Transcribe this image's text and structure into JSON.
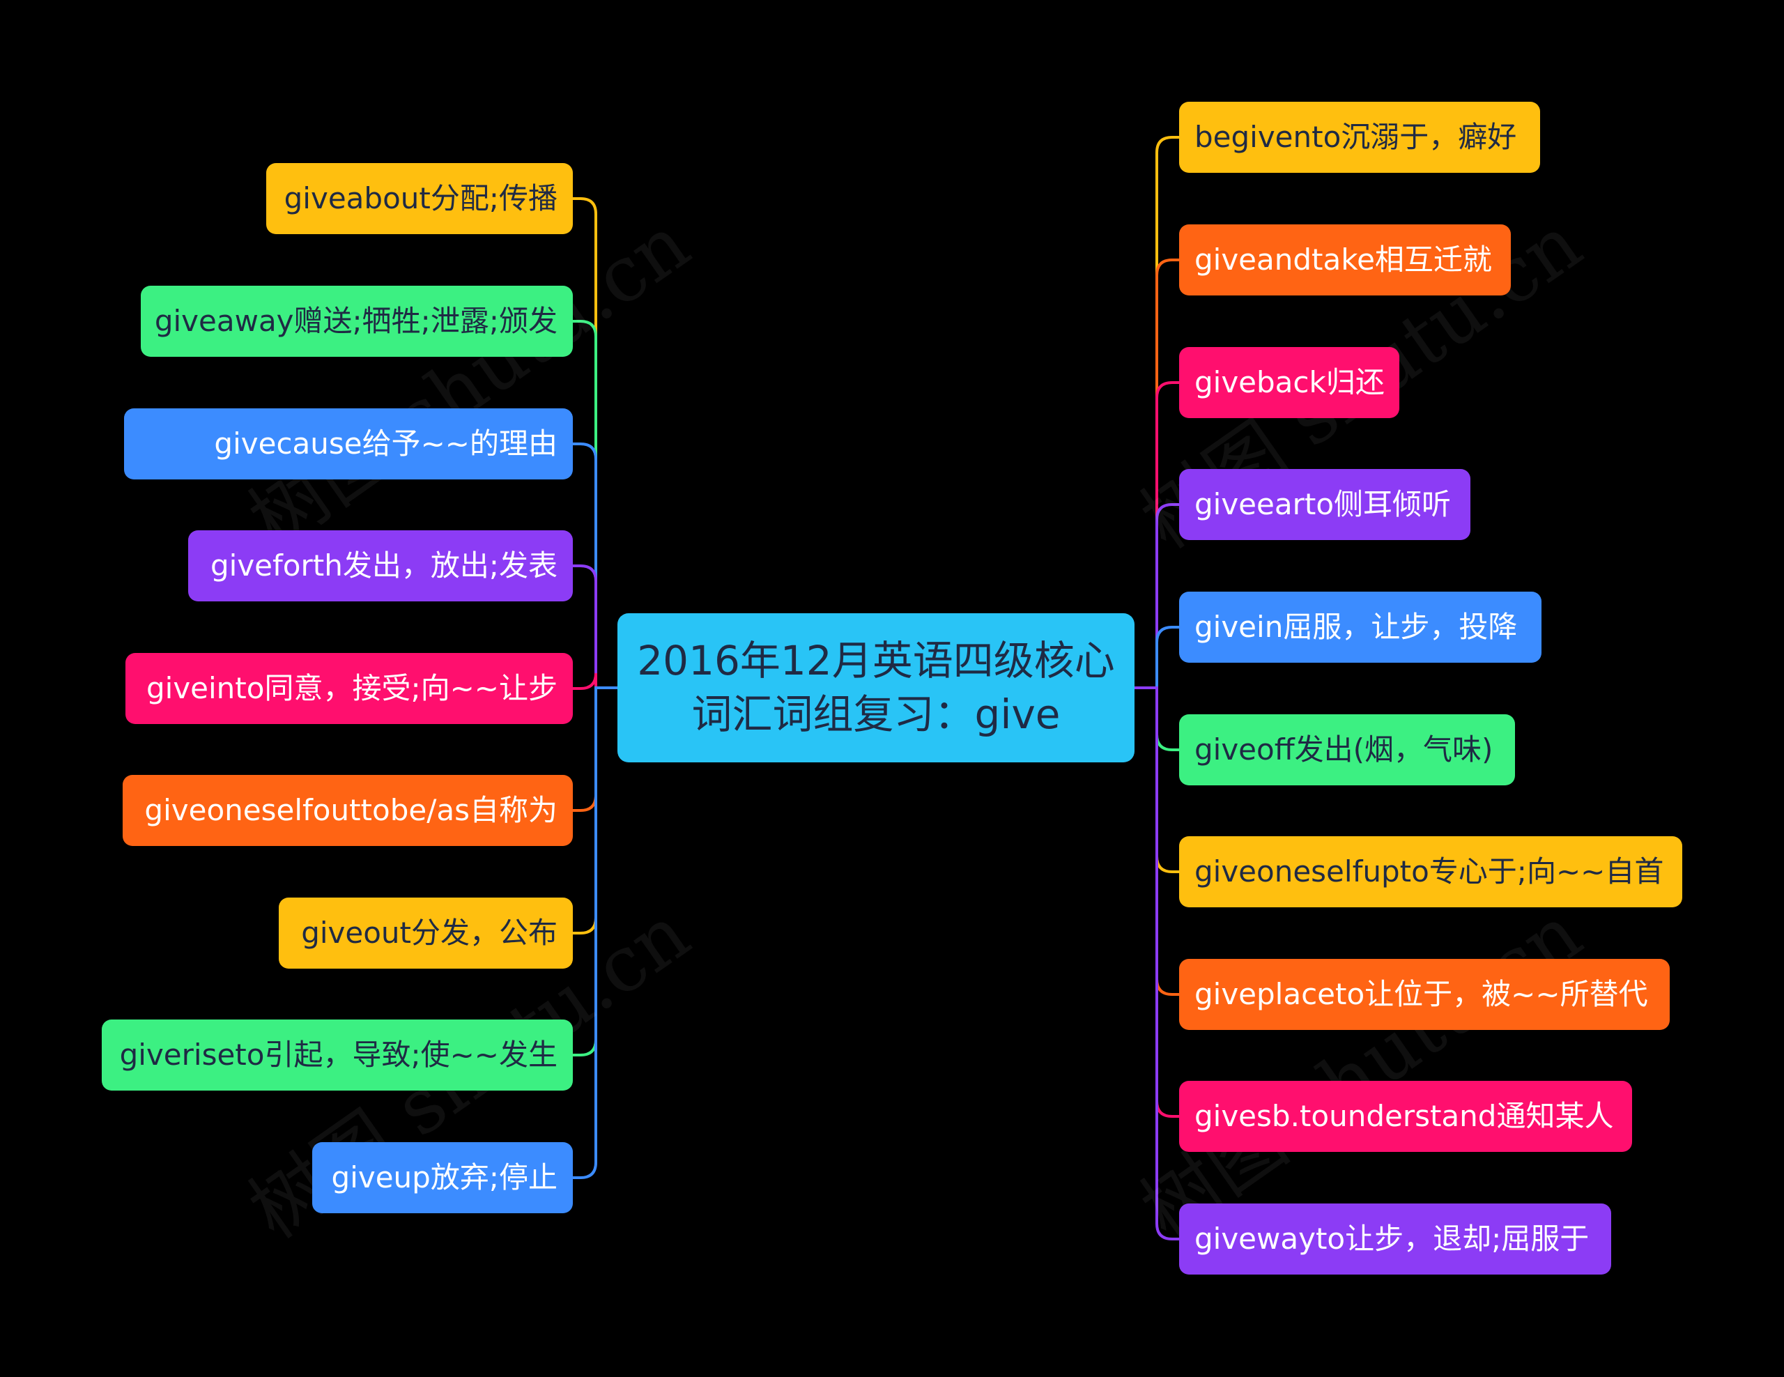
{
  "center": {
    "line1": "2016年12月英语四级核心",
    "line2": "词汇词组复习：give"
  },
  "watermark": "树图 shutu.cn",
  "colors": {
    "yellow": "#ffbf0f",
    "orange": "#ff6414",
    "pink": "#ff0f6e",
    "purple": "#8c3cf5",
    "blue": "#3c8cff",
    "green": "#3cf082",
    "center": "#29c4f6"
  },
  "left": [
    {
      "text": "giveabout分配;传播",
      "color": "yellow"
    },
    {
      "text": "giveaway赠送;牺牲;泄露;颁发",
      "color": "green"
    },
    {
      "text": "givecause给予~~的理由",
      "color": "blue"
    },
    {
      "text": "giveforth发出，放出;发表",
      "color": "purple"
    },
    {
      "text": "giveinto同意，接受;向~~让步",
      "color": "pink"
    },
    {
      "text": "giveoneselfouttobe/as自称为",
      "color": "orange"
    },
    {
      "text": "giveout分发，公布",
      "color": "yellow"
    },
    {
      "text": "giveriseto引起，导致;使~~发生",
      "color": "green"
    },
    {
      "text": "giveup放弃;停止",
      "color": "blue"
    }
  ],
  "right": [
    {
      "text": "begivento沉溺于，癖好",
      "color": "yellow"
    },
    {
      "text": "giveandtake相互迁就",
      "color": "orange"
    },
    {
      "text": "giveback归还",
      "color": "pink"
    },
    {
      "text": "giveearto侧耳倾听",
      "color": "purple"
    },
    {
      "text": "givein屈服，让步，投降",
      "color": "blue"
    },
    {
      "text": "giveoff发出(烟，气味)",
      "color": "green"
    },
    {
      "text": "giveoneselfupto专心于;向~~自首",
      "color": "yellow"
    },
    {
      "text": "giveplaceto让位于，被~~所替代",
      "color": "orange"
    },
    {
      "text": "givesb.tounderstand通知某人",
      "color": "pink"
    },
    {
      "text": "givewayto让步，退却;屈服于",
      "color": "purple"
    }
  ]
}
